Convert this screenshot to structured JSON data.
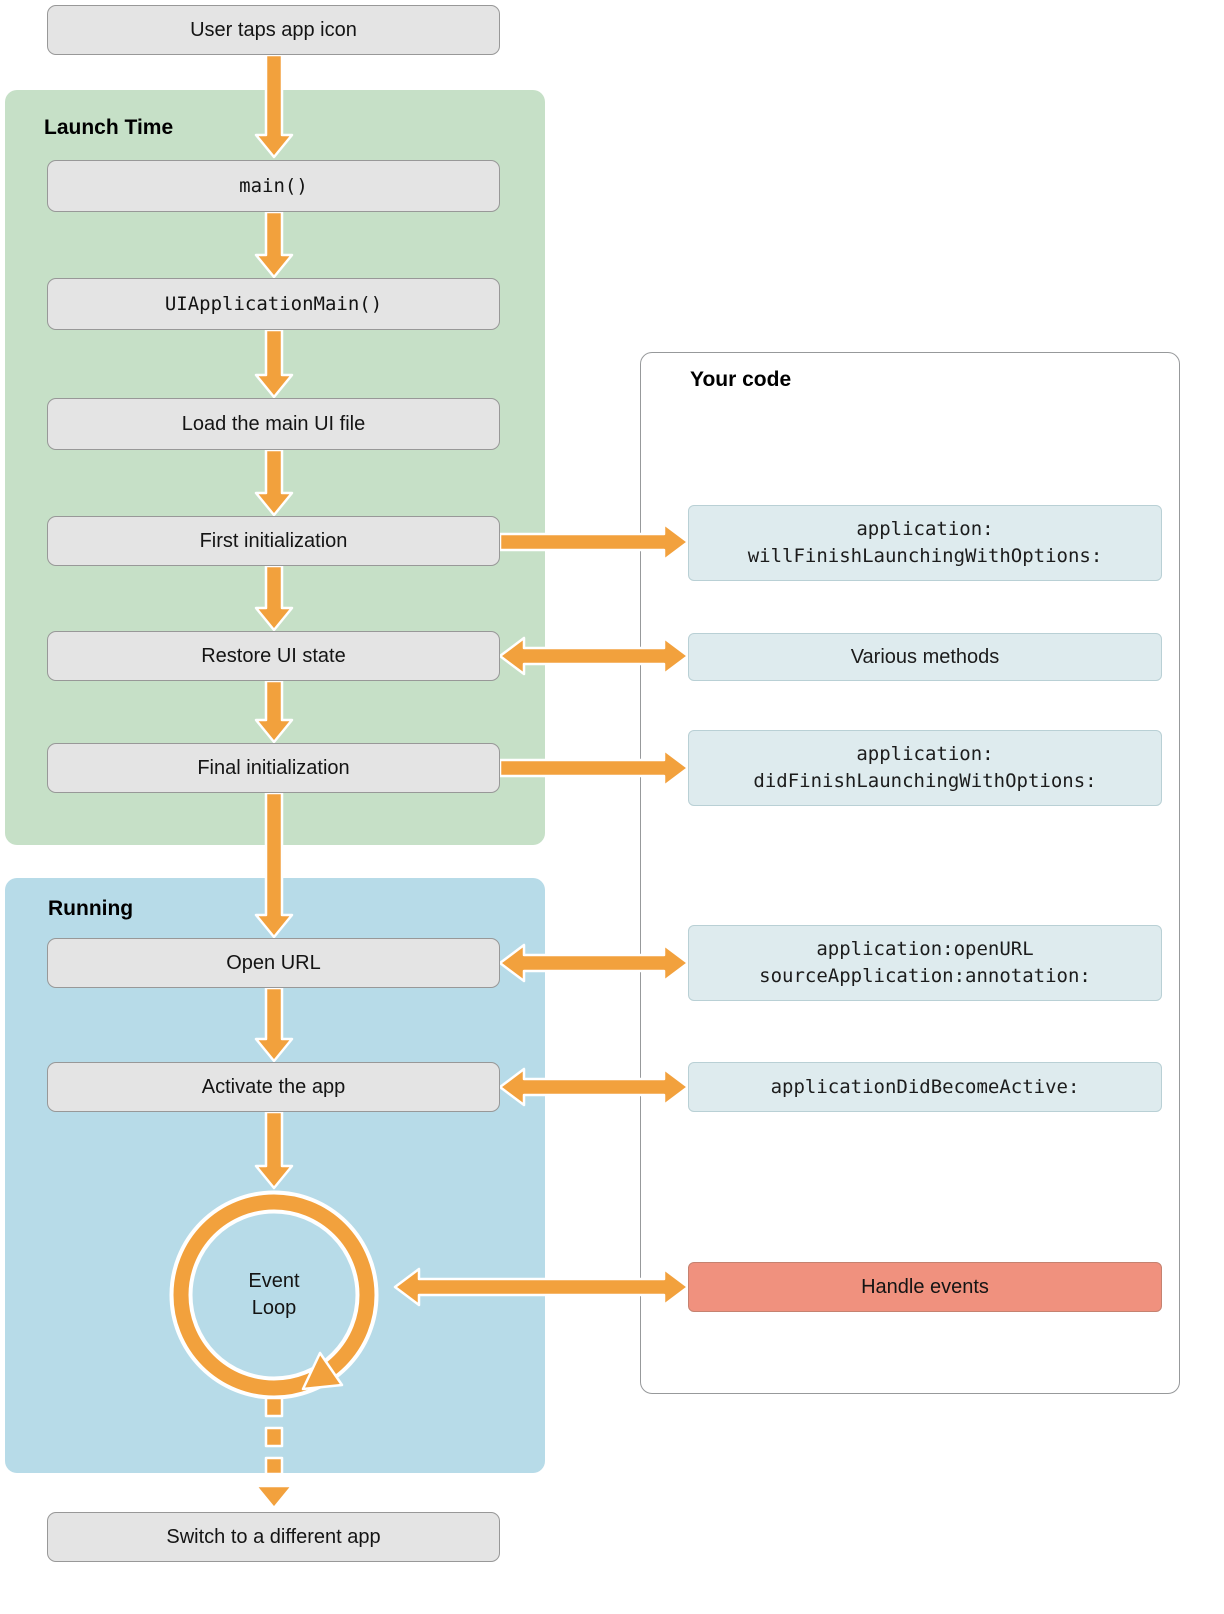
{
  "colors": {
    "arrow": "#F2A13D",
    "launch_time_bg": "#C6E0C7",
    "running_bg": "#B7DBE8",
    "node_bg": "#E4E4E4",
    "code_box_bg": "#DEEBEE",
    "handle_events_bg": "#F0917E"
  },
  "start": {
    "label": "User taps app icon"
  },
  "launch_time": {
    "title": "Launch Time",
    "steps": {
      "main": "main()",
      "ui_application_main": "UIApplicationMain()",
      "load_main_ui": "Load the main UI file",
      "first_initialization": "First initialization",
      "restore_ui_state": "Restore UI state",
      "final_initialization": "Final initialization"
    }
  },
  "running": {
    "title": "Running",
    "steps": {
      "open_url": "Open URL",
      "activate_app": "Activate the app",
      "event_loop": "Event\nLoop"
    }
  },
  "end": {
    "label": "Switch to a different app"
  },
  "your_code": {
    "title": "Your code",
    "callbacks": {
      "will_finish_launching": "application:\nwillFinishLaunchingWithOptions:",
      "various_methods": "Various methods",
      "did_finish_launching": "application:\ndidFinishLaunchingWithOptions:",
      "open_url_source_application": "application:openURL\nsourceApplication:annotation:",
      "did_become_active": "applicationDidBecomeActive:",
      "handle_events": "Handle events"
    }
  }
}
